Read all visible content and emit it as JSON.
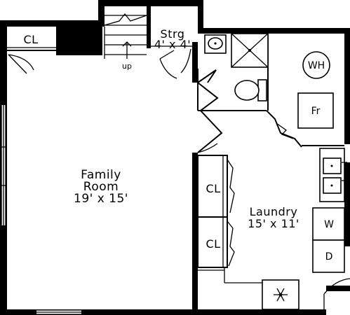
{
  "rooms": {
    "family": {
      "name_line1": "Family",
      "name_line2": "Room",
      "size": "19' x 15'"
    },
    "laundry": {
      "name": "Laundry",
      "size": "15' x 11'"
    },
    "storage": {
      "name": "Strg",
      "size": "4' x 4'"
    }
  },
  "closets": {
    "top_left": "CL",
    "laundry_upper": "CL",
    "laundry_lower": "CL"
  },
  "stairs": {
    "direction_label": "up"
  },
  "appliances": {
    "water_heater": "WH",
    "freezer": "Fr",
    "washer": "W",
    "dryer": "D"
  },
  "icons": {
    "snowflake": "snowflake-icon"
  }
}
